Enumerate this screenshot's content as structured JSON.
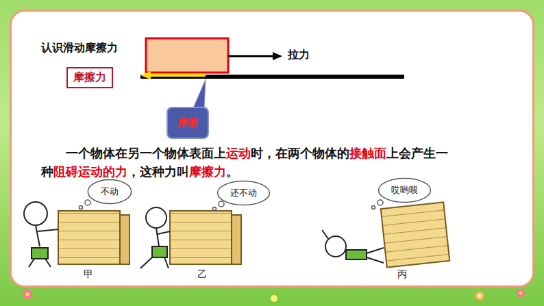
{
  "diagram": {
    "title": "认识滑动摩擦力",
    "nodes": [
      {
        "text": [
          "摩擦力"
        ]
      },
      {
        "text": [
          "摩擦"
        ]
      },
      {
        "text": [
          "不动"
        ]
      },
      {
        "text": [
          "还不动"
        ]
      },
      {
        "text": [
          "哎哟喂"
        ]
      }
    ],
    "labels": [
      "拉力",
      "一个物体在另一个物体表面上",
      "运动",
      "时，在两个物体的",
      "接触面",
      "上会产生一种",
      "阻碍运动的力",
      "，这种力叫",
      "摩擦力",
      "。",
      "甲",
      "乙",
      "丙"
    ]
  }
}
